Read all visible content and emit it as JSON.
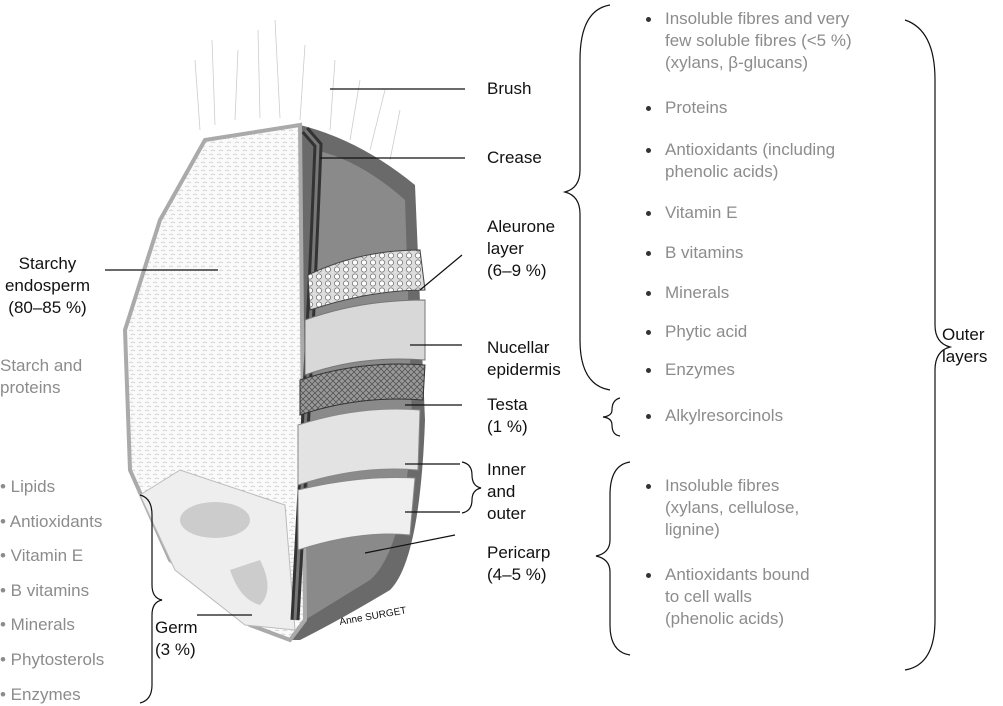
{
  "labels": {
    "brush": "Brush",
    "crease": "Crease",
    "aleurone": [
      "Aleurone",
      "layer",
      "(6–9 %)"
    ],
    "nucellar": [
      "Nucellar",
      "epidermis"
    ],
    "testa": [
      "Testa",
      "(1 %)"
    ],
    "inner_outer": [
      "Inner",
      "and",
      "outer"
    ],
    "pericarp": [
      "Pericarp",
      "(4–5 %)"
    ],
    "outer_layers": [
      "Outer",
      "layers"
    ],
    "starchy": [
      "Starchy",
      "endosperm",
      "(80–85 %)"
    ],
    "starch_proteins": [
      "Starch and",
      "proteins"
    ],
    "germ": [
      "Germ",
      "(3 %)"
    ]
  },
  "aleurone_items": [
    [
      "Insoluble fibres and very",
      "few soluble fibres (<5 %)",
      "(xylans, β-glucans)"
    ],
    [
      "Proteins"
    ],
    [
      "Antioxidants (including",
      "phenolic acids)"
    ],
    [
      "Vitamin E"
    ],
    [
      "B vitamins"
    ],
    [
      "Minerals"
    ],
    [
      "Phytic acid"
    ],
    [
      "Enzymes"
    ]
  ],
  "testa_items": [
    [
      "Alkylresorcinols"
    ]
  ],
  "pericarp_items": [
    [
      "Insoluble fibres",
      "(xylans, cellulose,",
      "lignine)"
    ],
    [
      "Antioxidants bound",
      "to cell walls",
      "(phenolic acids)"
    ]
  ],
  "germ_items": [
    "• Lipids",
    "• Antioxidants",
    "• Vitamin E",
    "• B vitamins",
    "• Minerals",
    "• Phytosterols",
    "• Enzymes"
  ],
  "signature": "Anne SURGET",
  "colors": {
    "label": "#111111",
    "nutrient": "#8c8c8c"
  }
}
